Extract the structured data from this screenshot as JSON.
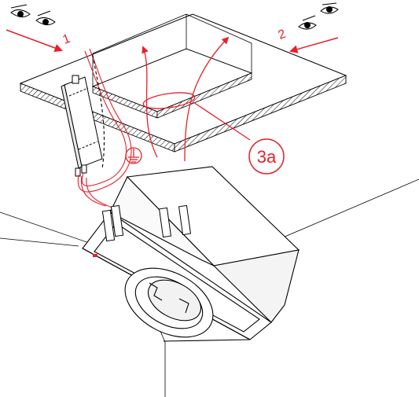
{
  "diagram": {
    "labels": {
      "step_1": "1",
      "step_2": "2",
      "callout": "3a"
    },
    "icons": [
      "eye-icon",
      "ground-symbol-icon"
    ],
    "colors": {
      "line": "#000000",
      "accent": "#e8202a",
      "background": "#ffffff"
    }
  }
}
